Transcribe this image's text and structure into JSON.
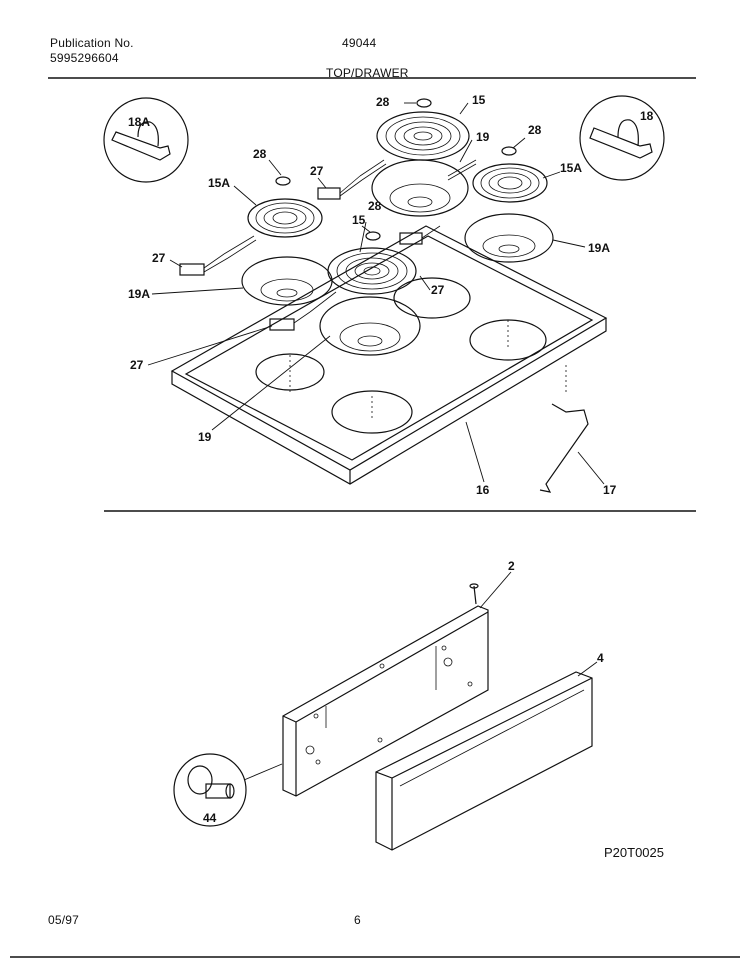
{
  "header": {
    "pub_label": "Publication No.",
    "pub_number": "5995296604",
    "model": "49044",
    "section": "TOP/DRAWER"
  },
  "callouts": {
    "c18A": "18A",
    "c18": "18",
    "c28a": "28",
    "c15a": "15",
    "c19a": "19",
    "c28b": "28",
    "c15Aa": "15A",
    "c28c": "28",
    "c27a": "27",
    "c15Ab": "15A",
    "c28d": "28",
    "c15b": "15",
    "c27b": "27",
    "c19Aa": "19A",
    "c19Ab": "19A",
    "c27c": "27",
    "c27d": "27",
    "c19b": "19",
    "c16": "16",
    "c17": "17",
    "c2": "2",
    "c4": "4",
    "c44": "44"
  },
  "figure_code": "P20T0025",
  "footer": {
    "date": "05/97",
    "page": "6"
  }
}
